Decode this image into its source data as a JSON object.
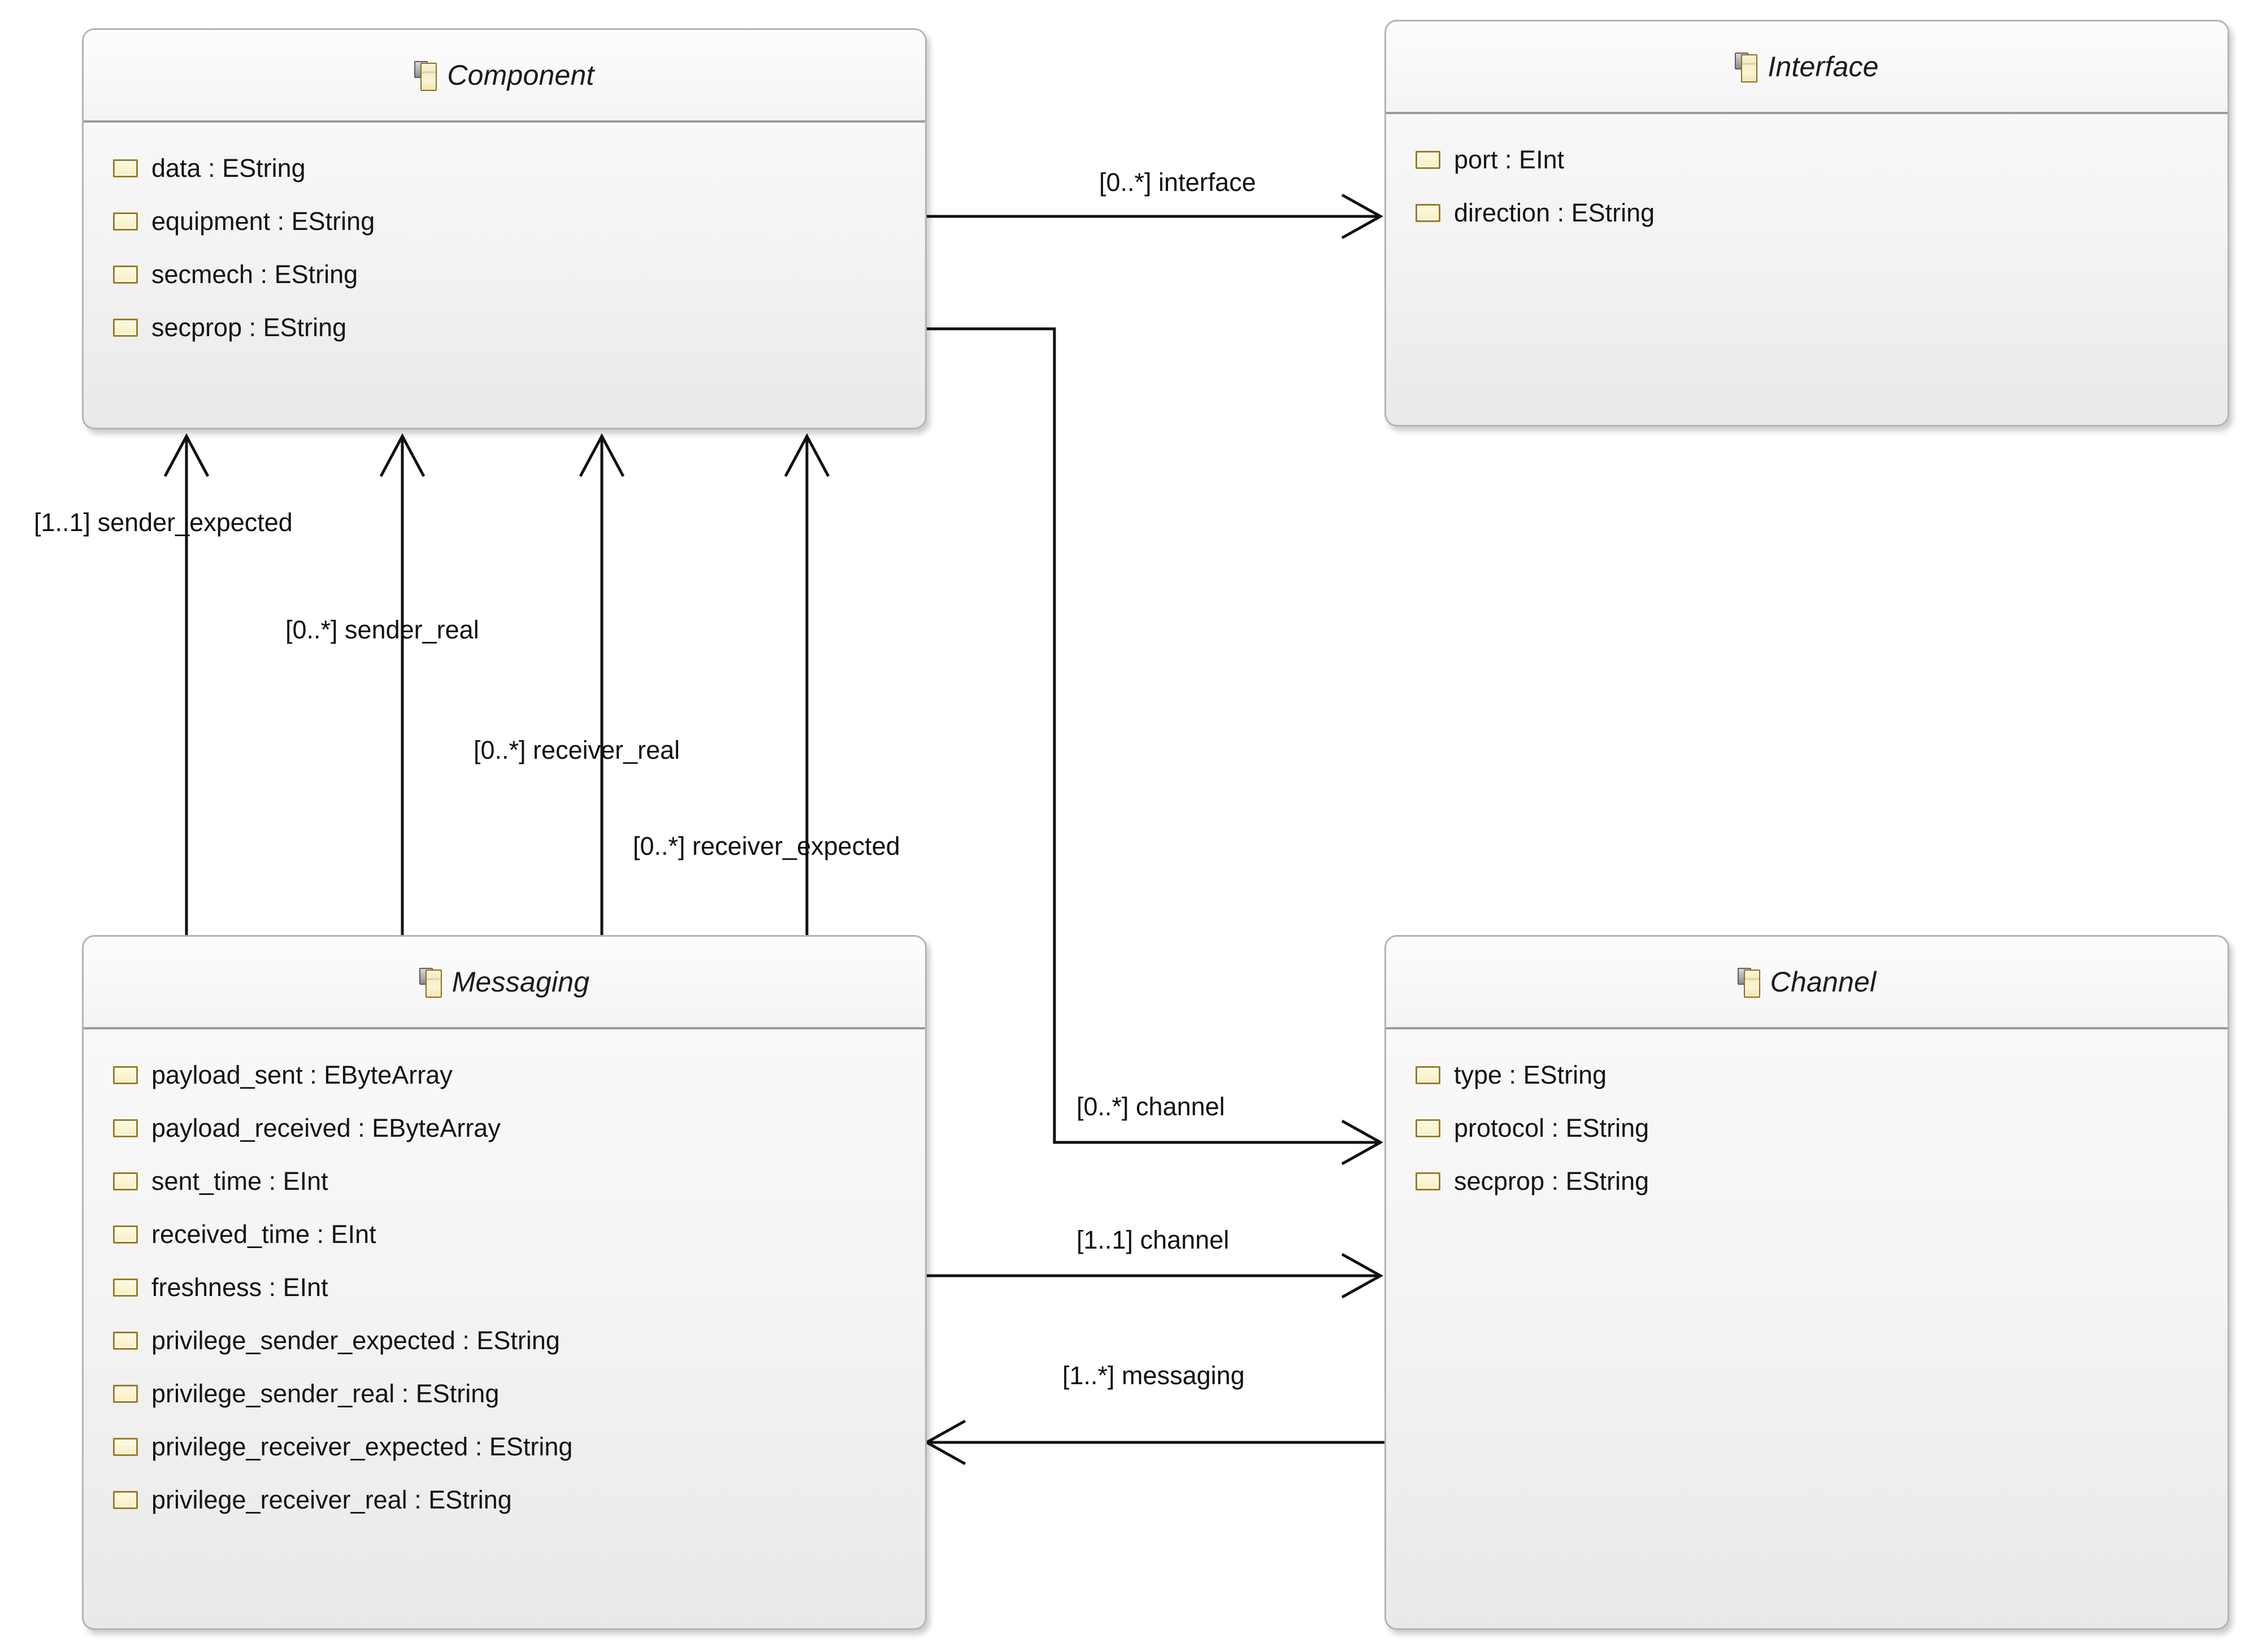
{
  "diagram": {
    "title": "UML Ecore class diagram",
    "classes": [
      {
        "name": "Component",
        "icon": "eclass-icon",
        "attributes": [
          {
            "text": "data : EString",
            "icon": "eattribute-icon"
          },
          {
            "text": "equipment : EString",
            "icon": "eattribute-icon"
          },
          {
            "text": "secmech : EString",
            "icon": "eattribute-icon"
          },
          {
            "text": "secprop : EString",
            "icon": "eattribute-icon"
          }
        ]
      },
      {
        "name": "Interface",
        "icon": "eclass-icon",
        "attributes": [
          {
            "text": "port : EInt",
            "icon": "eattribute-icon"
          },
          {
            "text": "direction : EString",
            "icon": "eattribute-icon"
          }
        ]
      },
      {
        "name": "Messaging",
        "icon": "eclass-icon",
        "attributes": [
          {
            "text": "payload_sent : EByteArray",
            "icon": "eattribute-icon"
          },
          {
            "text": "payload_received : EByteArray",
            "icon": "eattribute-icon"
          },
          {
            "text": "sent_time : EInt",
            "icon": "eattribute-icon"
          },
          {
            "text": "received_time : EInt",
            "icon": "eattribute-icon"
          },
          {
            "text": "freshness : EInt",
            "icon": "eattribute-icon"
          },
          {
            "text": "privilege_sender_expected : EString",
            "icon": "eattribute-icon"
          },
          {
            "text": "privilege_sender_real : EString",
            "icon": "eattribute-icon"
          },
          {
            "text": "privilege_receiver_expected : EString",
            "icon": "eattribute-icon"
          },
          {
            "text": "privilege_receiver_real : EString",
            "icon": "eattribute-icon"
          }
        ]
      },
      {
        "name": "Channel",
        "icon": "eclass-icon",
        "attributes": [
          {
            "text": "type : EString",
            "icon": "eattribute-icon"
          },
          {
            "text": "protocol : EString",
            "icon": "eattribute-icon"
          },
          {
            "text": "secprop : EString",
            "icon": "eattribute-icon"
          }
        ]
      }
    ],
    "associations": [
      {
        "label": "[0..*] interface",
        "source": "Component",
        "target": "Interface"
      },
      {
        "label": "[1..1] sender_expected",
        "source": "Messaging",
        "target": "Component"
      },
      {
        "label": "[0..*] sender_real",
        "source": "Messaging",
        "target": "Component"
      },
      {
        "label": "[0..*] receiver_real",
        "source": "Messaging",
        "target": "Component"
      },
      {
        "label": "[0..*] receiver_expected",
        "source": "Messaging",
        "target": "Component"
      },
      {
        "label": "[0..*] channel",
        "source": "Component",
        "target": "Channel"
      },
      {
        "label": "[1..1] channel",
        "source": "Messaging",
        "target": "Channel"
      },
      {
        "label": "[1..*] messaging",
        "source": "Channel",
        "target": "Messaging"
      }
    ]
  }
}
